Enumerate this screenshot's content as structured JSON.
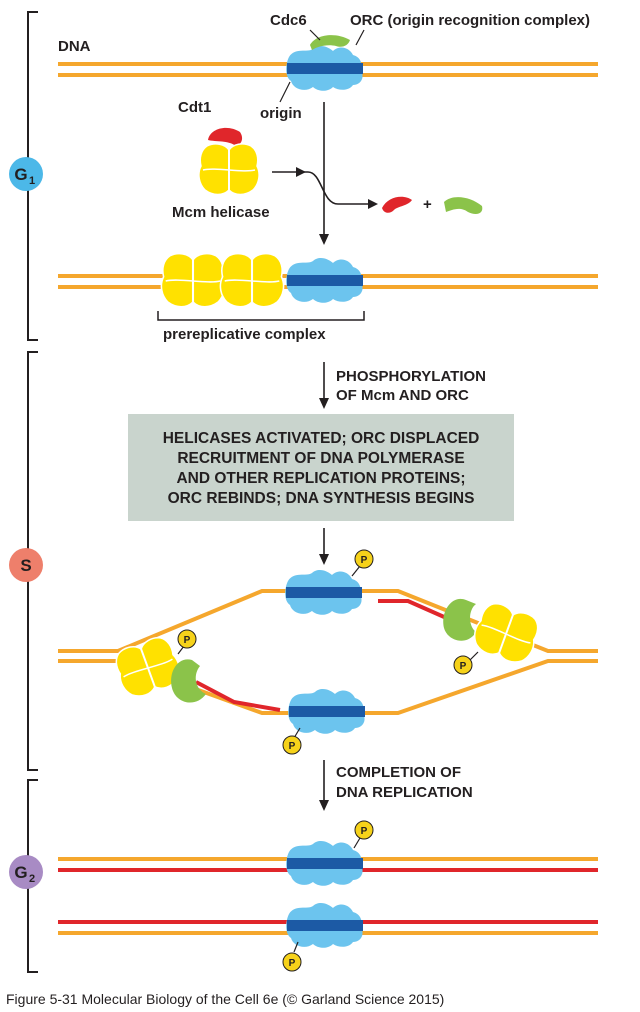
{
  "phases": [
    {
      "id": "g1",
      "letter": "G",
      "sub": "1",
      "color": "#4cb8e8"
    },
    {
      "id": "s",
      "letter": "S",
      "sub": "",
      "color": "#ee7f6b"
    },
    {
      "id": "g2",
      "letter": "G",
      "sub": "2",
      "color": "#a88bc4"
    }
  ],
  "labels": {
    "dna": "DNA",
    "cdc6": "Cdc6",
    "orc": "ORC (origin recognition complex)",
    "origin": "origin",
    "cdt1": "Cdt1",
    "mcm_helicase": "Mcm helicase",
    "plus": "+",
    "prereplicative": "prereplicative complex",
    "phosphorylation": [
      "PHOSPHORYLATION",
      "OF Mcm AND ORC"
    ],
    "completion": [
      "COMPLETION OF",
      "DNA REPLICATION"
    ],
    "phosphate": "P"
  },
  "box_lines": [
    "HELICASES ACTIVATED; ORC DISPLACED",
    "RECRUITMENT OF DNA POLYMERASE",
    "AND OTHER REPLICATION PROTEINS;",
    "ORC REBINDS; DNA SYNTHESIS BEGINS"
  ],
  "caption": "Figure 5-31  Molecular Biology of the Cell 6e (© Garland Science 2015)",
  "colors": {
    "dna_strand": "#f5a72d",
    "new_strand": "#e0262b",
    "orc": "#6cc4ee",
    "origin_band": "#1c5aa5",
    "mcm": "#ffe100",
    "cdt1": "#e0262b",
    "cdc6": "#8bc34a",
    "phosphate": "#f6d21a",
    "box": "#c9d4cd"
  }
}
